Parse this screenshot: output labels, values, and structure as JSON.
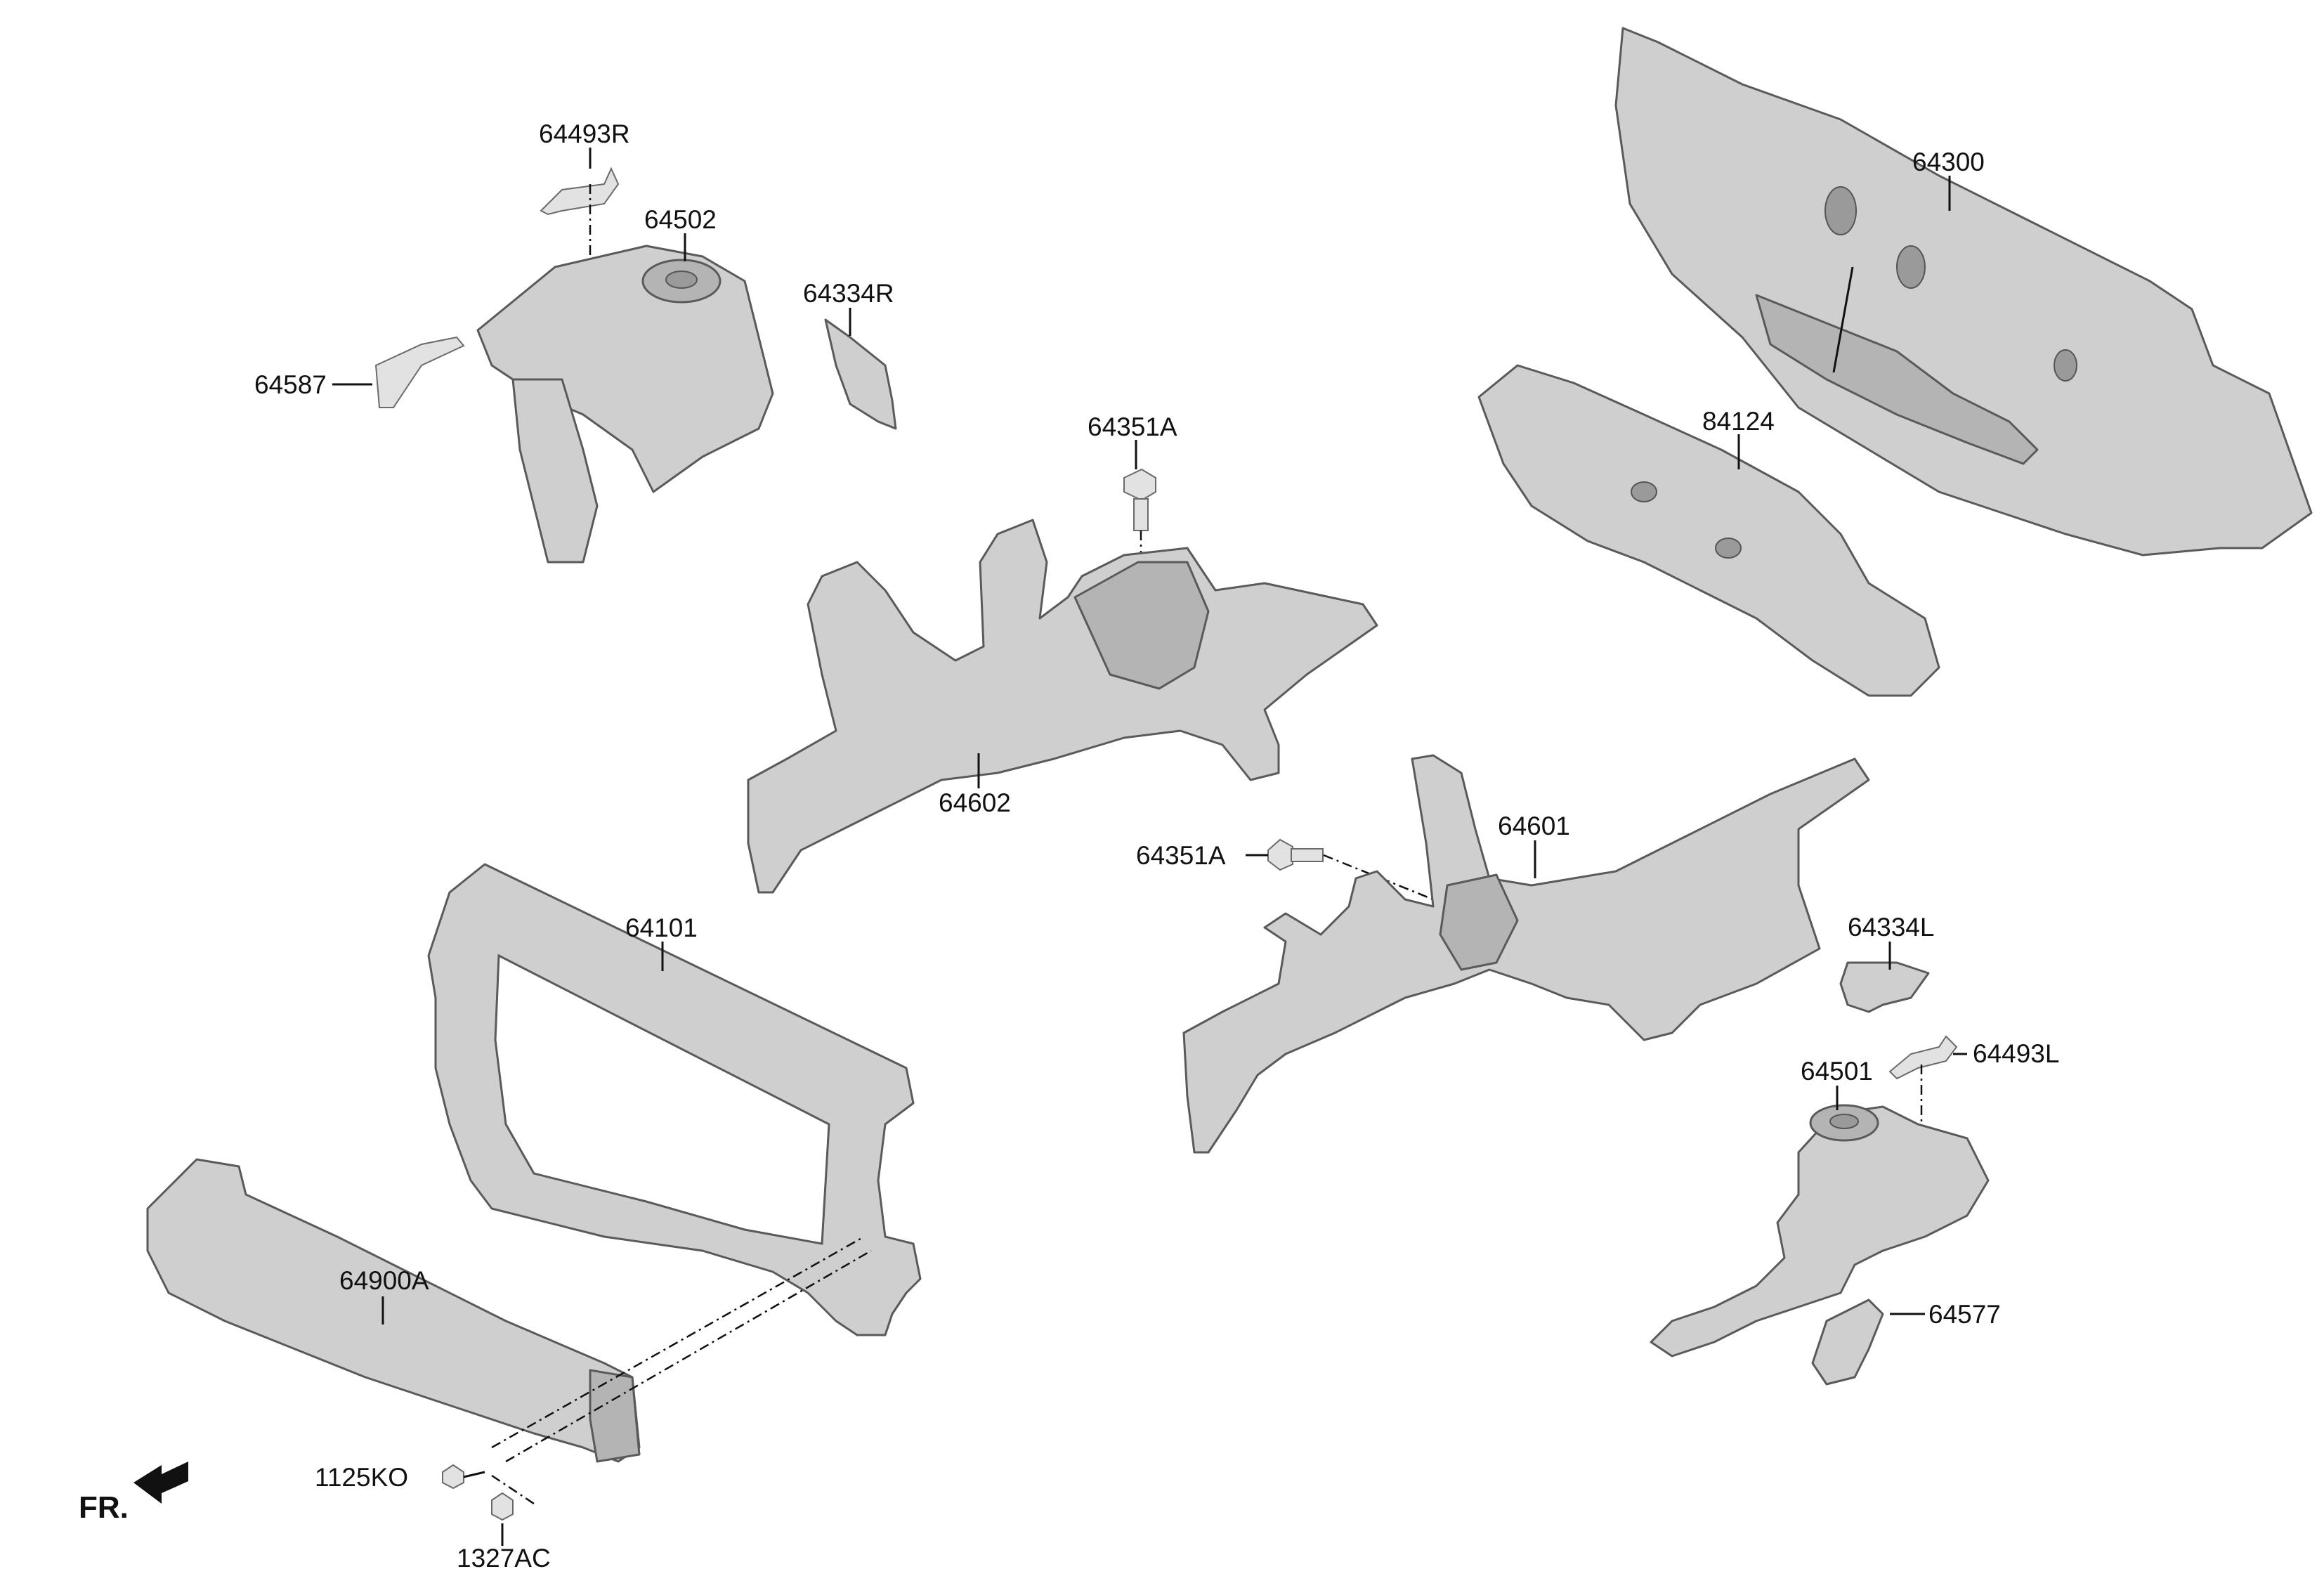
{
  "diagram": {
    "orientation_label": "FR.",
    "part_labels": {
      "p64493R": "64493R",
      "p64502": "64502",
      "p64334R": "64334R",
      "p64587": "64587",
      "p64300": "64300",
      "p84124": "84124",
      "p64351A_top": "64351A",
      "p64602": "64602",
      "p64351A_mid": "64351A",
      "p64601": "64601",
      "p64101": "64101",
      "p64334L": "64334L",
      "p64493L": "64493L",
      "p64501": "64501",
      "p64577": "64577",
      "p64900A": "64900A",
      "p1125KO": "1125KO",
      "p1327AC": "1327AC"
    }
  }
}
